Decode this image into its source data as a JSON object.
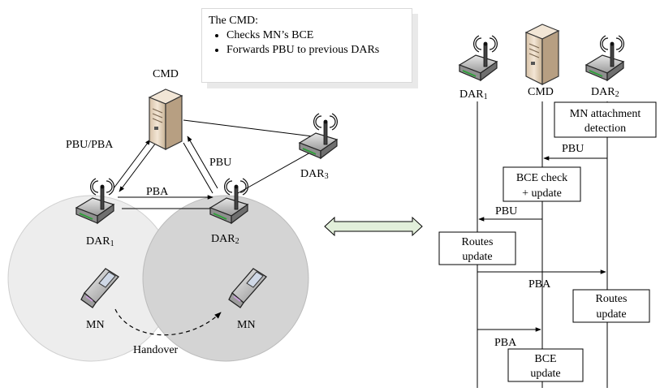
{
  "note": {
    "title": "The CMD:",
    "bullets": [
      "Checks MN’s BCE",
      "Forwards PBU to previous DARs"
    ]
  },
  "left": {
    "cmd_label": "CMD",
    "dar1_label": "DAR",
    "dar1_sub": "1",
    "dar2_label": "DAR",
    "dar2_sub": "2",
    "dar3_label": "DAR",
    "dar3_sub": "3",
    "pbu_pba_label": "PBU/PBA",
    "pbu_label": "PBU",
    "pba_label": "PBA",
    "mn1_label": "MN",
    "mn2_label": "MN",
    "handover_label": "Handover"
  },
  "right": {
    "dar1_label": "DAR",
    "dar1_sub": "1",
    "cmd_label": "CMD",
    "dar2_label": "DAR",
    "dar2_sub": "2",
    "box_attach": [
      "MN attachment",
      "detection"
    ],
    "msg_pbu1": "PBU",
    "box_bce_check": [
      "BCE check",
      "+ update"
    ],
    "msg_pbu2": "PBU",
    "box_routes1": [
      "Routes",
      "update"
    ],
    "msg_pba1": "PBA",
    "box_routes2": [
      "Routes",
      "update"
    ],
    "msg_pba2": "PBA",
    "box_bce_update": [
      "BCE",
      "update"
    ]
  },
  "colors": {
    "cell_left": "#ededed",
    "cell_right": "#d4d4d4",
    "double_arrow_fill": "#e2efda",
    "server_body": "#ead8c4"
  }
}
